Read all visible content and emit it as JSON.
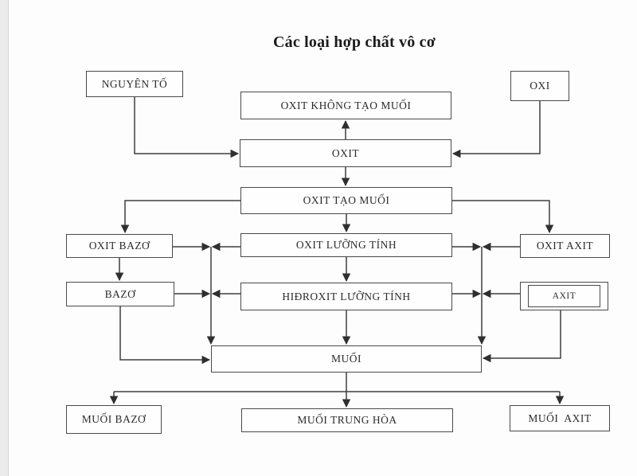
{
  "title": "Các loại hợp chất vô cơ",
  "nodes": {
    "nguyen_to": {
      "label": "NGUYÊN TỐ"
    },
    "oxi": {
      "label": "OXI"
    },
    "oxit_khong_tao_muoi": {
      "label": "OXIT KHÔNG TẠO MUỐI"
    },
    "oxit": {
      "label": "OXIT"
    },
    "oxit_tao_muoi": {
      "label": "OXIT TẠO MUỐI"
    },
    "oxit_bazo": {
      "label": "OXIT BAZƠ"
    },
    "oxit_luong_tinh": {
      "label": "OXIT LƯỠNG TÍNH"
    },
    "oxit_axit": {
      "label": "OXIT AXIT"
    },
    "bazo": {
      "label": "BAZƠ"
    },
    "hidroxit_luong_tinh": {
      "label": "HIĐROXIT LƯỠNG TÍNH"
    },
    "axit": {
      "label": "AXIT"
    },
    "muoi": {
      "label": "MUỐI"
    },
    "muoi_bazo": {
      "label": "MUỐI BAZƠ"
    },
    "muoi_trung_hoa": {
      "label": "MUỐI TRUNG HÒA"
    },
    "muoi_axit": {
      "label": "MUỐI  AXIT"
    }
  },
  "edges": [
    {
      "from": "NGUYÊN TỐ",
      "to": "OXIT"
    },
    {
      "from": "OXI",
      "to": "OXIT"
    },
    {
      "from": "OXIT",
      "to": "OXIT KHÔNG TẠO MUỐI"
    },
    {
      "from": "OXIT",
      "to": "OXIT TẠO MUỐI"
    },
    {
      "from": "OXIT TẠO MUỐI",
      "to": "OXIT BAZƠ"
    },
    {
      "from": "OXIT TẠO MUỐI",
      "to": "OXIT LƯỠNG TÍNH"
    },
    {
      "from": "OXIT TẠO MUỐI",
      "to": "OXIT AXIT"
    },
    {
      "from": "OXIT BAZƠ",
      "to": "BAZƠ"
    },
    {
      "from": "OXIT LƯỠNG TÍNH",
      "to": "HIĐROXIT LƯỠNG TÍNH"
    },
    {
      "from": "OXIT BAZƠ",
      "to": "MUỐI"
    },
    {
      "from": "OXIT LƯỠNG TÍNH",
      "to": "MUỐI"
    },
    {
      "from": "OXIT AXIT",
      "to": "MUỐI"
    },
    {
      "from": "BAZƠ",
      "to": "MUỐI"
    },
    {
      "from": "HIĐROXIT LƯỠNG TÍNH",
      "to": "MUỐI"
    },
    {
      "from": "AXIT",
      "to": "MUỐI"
    },
    {
      "from": "MUỐI",
      "to": "MUỐI BAZƠ"
    },
    {
      "from": "MUỐI",
      "to": "MUỐI TRUNG HÒA"
    },
    {
      "from": "MUỐI",
      "to": "MUỐI AXIT"
    }
  ],
  "colors": {
    "line": "#3f3f3f",
    "box_border": "#4a4a4a",
    "text": "#2b2b2b",
    "background": "#fdfdfd",
    "left_strip": "#ebebeb"
  }
}
